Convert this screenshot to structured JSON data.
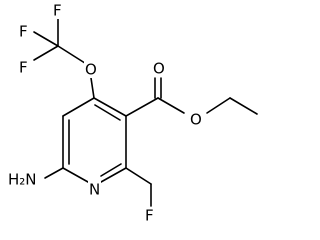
{
  "molecule": {
    "atom_labels": {
      "f_top": "F",
      "f_left_upper": "F",
      "f_left_lower": "F",
      "o_ether": "O",
      "o_carbonyl": "O",
      "o_ester": "O",
      "n_ring": "N",
      "amine": "H₂N",
      "f_fluoromethyl": "F"
    }
  }
}
